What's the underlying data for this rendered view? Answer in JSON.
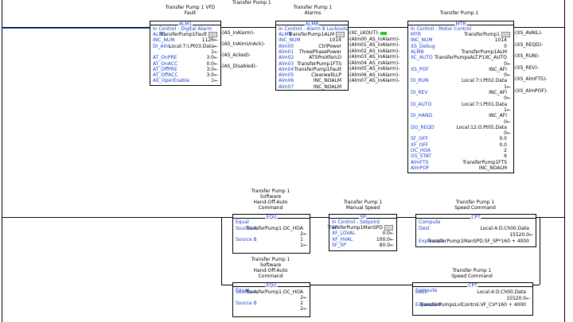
{
  "rung1": {
    "alm1": {
      "captions": [
        "Transfer Pump 1 VFD",
        "Fault"
      ],
      "name": "ALM1",
      "title": "In Control - Digital Alarm",
      "rows": [
        {
          "l": "ALM1",
          "v": "TransferPump1Fault",
          "dots": true
        },
        {
          "l": "INC_NUM",
          "v": "1126"
        },
        {
          "l": "DI_Alm",
          "v": "Local:7:I.Pt03.Data"
        },
        {
          "l": "",
          "v": "1"
        },
        {
          "l": "AT_OnPRE",
          "v": "3.0"
        },
        {
          "l": "AT_OnACC",
          "v": "0.0"
        },
        {
          "l": "AT_OffPRE",
          "v": "3.0"
        },
        {
          "l": "AT_OffACC",
          "v": "3.0"
        },
        {
          "l": "AE_OperEnable",
          "v": "1"
        }
      ],
      "outputs": [
        "AS_InAlarm",
        "AS_InAlmUnAck",
        "AS_Acked",
        "AS_Disabled"
      ]
    },
    "alm8": {
      "captions": [
        "Transfer Pump 1",
        "Alarms"
      ],
      "name": "ALM8",
      "title": "In Control - Alarm 8 Lockouts",
      "rows": [
        {
          "l": "ALM8",
          "v": "TransferPump1ALM",
          "dots": true
        },
        {
          "l": "INC_NUM",
          "v": "1014"
        },
        {
          "l": "Alm00",
          "v": "CtrlPower"
        },
        {
          "l": "Alm01",
          "v": "ThreePhasePower"
        },
        {
          "l": "Alm02",
          "v": "ATSPreXferLO"
        },
        {
          "l": "Alm03",
          "v": "TransferPump1FTS"
        },
        {
          "l": "Alm04",
          "v": "TransferPump1Fault"
        },
        {
          "l": "Alm05",
          "v": "ClearwellLLP"
        },
        {
          "l": "Alm06",
          "v": "INC_NOALM"
        },
        {
          "l": "Alm07",
          "v": "INC_NOALM"
        }
      ],
      "outputs": [
        "XC_LKOUT",
        "Alm00_AS_InAlarm",
        "Alm01_AS_InAlarm",
        "Alm02_AS_InAlarm",
        "Alm03_AS_InAlarm",
        "Alm04_AS_InAlarm",
        "Alm05_AS_InAlarm",
        "Alm06_AS_InAlarm",
        "Alm07_AS_InAlarm"
      ]
    },
    "mtr": {
      "captions": [
        "Transfer Pump 1"
      ],
      "name": "MTR",
      "title": "In Control - Motor Control",
      "rows": [
        {
          "l": "MTR",
          "v": "TransferPump1",
          "dots": true
        },
        {
          "l": "INC_NUM",
          "v": "1014"
        },
        {
          "l": "XS_Debug",
          "v": "0"
        },
        {
          "l": "ALM8",
          "v": "TransferPump1ALM"
        },
        {
          "l": "XC_AUTO",
          "v": "TransferPumpsALT.P1XC_AUTO"
        },
        {
          "l": "",
          "v": "0"
        },
        {
          "l": "XS_POF",
          "v": "INC_AFI"
        },
        {
          "l": "",
          "v": "0"
        },
        {
          "l": "DI_RUN",
          "v": "Local:7:I.Pt02.Data"
        },
        {
          "l": "",
          "v": "1"
        },
        {
          "l": "DI_REV",
          "v": "INC_AFI"
        },
        {
          "l": "",
          "v": "0"
        },
        {
          "l": "DI_AUTO",
          "v": "Local:7:I.Pt01.Data"
        },
        {
          "l": "",
          "v": "1"
        },
        {
          "l": "DI_HAND",
          "v": "INC_AFI"
        },
        {
          "l": "",
          "v": "0"
        },
        {
          "l": "DO_REQD",
          "v": "Local:12:O.Pt05.Data"
        },
        {
          "l": "",
          "v": "0"
        },
        {
          "l": "SF_OFF",
          "v": "0.0"
        },
        {
          "l": "XF_OFF",
          "v": "0.0"
        },
        {
          "l": "OC_HOA",
          "v": "2"
        },
        {
          "l": "OS_STAT",
          "v": "6"
        },
        {
          "l": "AlmFTS",
          "v": "TransferPump1FTS"
        },
        {
          "l": "AlmPOF",
          "v": "INC_NOALM"
        }
      ],
      "outputs": [
        "XS_AVAIL",
        "XS_REQD",
        "XS_RUN",
        "XS_REV",
        "XS_AlmFTS",
        "XS_AlmPOF"
      ]
    },
    "tags": {
      "top_wire_label": "Transfer Pump 1"
    }
  },
  "rung2": {
    "equ": {
      "captions": [
        "Transfer Pump 1",
        "Software",
        "Hand-Off-Auto",
        "Command"
      ],
      "name": "EQU",
      "title": "Equal",
      "rows": [
        {
          "l": "Source A",
          "v": "TransferPump1.OC_HOA"
        },
        {
          "l": "",
          "v": "2"
        },
        {
          "l": "Source B",
          "v": "1"
        },
        {
          "l": "",
          "v": "1"
        }
      ]
    },
    "sp": {
      "captions": [
        "Transfer Pump 1",
        "Manual Speed"
      ],
      "name": "SP",
      "title": "In Control - Setpoint",
      "rows": [
        {
          "l": "SP",
          "v": "TransferPump1ManSPD",
          "dots": true
        },
        {
          "l": "XF_LOVAL",
          "v": "0.0"
        },
        {
          "l": "XF_HVAL",
          "v": "100.0"
        },
        {
          "l": "SF_SP",
          "v": "80.0"
        }
      ]
    },
    "cpt": {
      "captions": [
        "Transfer Pump 1",
        "Speed Command"
      ],
      "name": "CPT",
      "title": "Compute",
      "rows": [
        {
          "l": "Dest",
          "v": "Local:4:O.Ch00.Data"
        },
        {
          "l": "",
          "v": "15520.0"
        },
        {
          "l": "Expression",
          "v": "TransferPump1ManSPD.SF_SP*160 + 4000"
        }
      ]
    }
  },
  "rung3": {
    "equ": {
      "captions": [
        "Transfer Pump 1",
        "Software",
        "Hand-Off-Auto",
        "Command"
      ],
      "name": "EQU",
      "title": "Equal",
      "rows": [
        {
          "l": "Source A",
          "v": "TransferPump1.OC_HOA"
        },
        {
          "l": "",
          "v": "2"
        },
        {
          "l": "Source B",
          "v": "2"
        },
        {
          "l": "",
          "v": "2"
        }
      ]
    },
    "cpt": {
      "captions": [
        "Transfer Pump 1",
        "Speed Command"
      ],
      "name": "CPT",
      "title": "Compute",
      "rows": [
        {
          "l": "Dest",
          "v": "Local:4:O.Ch00.Data"
        },
        {
          "l": "",
          "v": "15520.0"
        },
        {
          "l": "Expression",
          "v": "TransferPumpsLvlControl.VF_CV*160 + 4000"
        }
      ]
    }
  }
}
